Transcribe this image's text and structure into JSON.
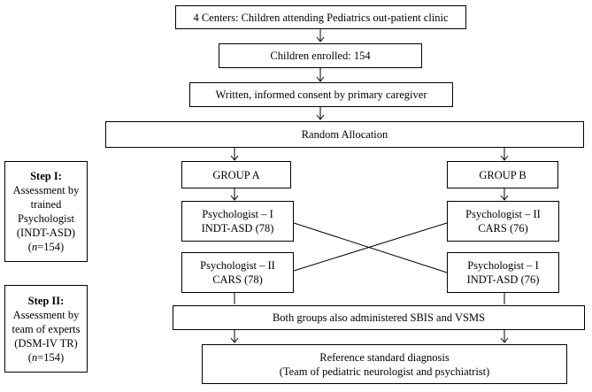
{
  "flow": {
    "centers": "4 Centers: Children attending Pediatrics out-patient clinic",
    "enrolled": "Children enrolled: 154",
    "consent": "Written, informed consent by primary caregiver",
    "random": "Random Allocation",
    "group_a": "GROUP A",
    "group_b": "GROUP B",
    "a_step1": {
      "line1": "Psychologist – I",
      "line2": "INDT-ASD (78)"
    },
    "b_step1": {
      "line1": "Psychologist – II",
      "line2": "CARS (76)"
    },
    "a_step2": {
      "line1": "Psychologist – II",
      "line2": "CARS (78)"
    },
    "b_step2": {
      "line1": "Psychologist – I",
      "line2": "INDT-ASD (76)"
    },
    "both": "Both groups also administered SBIS and VSMS",
    "reference": {
      "line1": "Reference standard diagnosis",
      "line2": "(Team of pediatric neurologist and psychiatrist)"
    }
  },
  "steps": {
    "step1": {
      "title": "Step I:",
      "l1": "Assessment by",
      "l2": "trained",
      "l3": "Psychologist",
      "l4": "(INDT-ASD)",
      "n_italic": "n",
      "n_rest": "=154)"
    },
    "step2": {
      "title": "Step II:",
      "l1": "Assessment by",
      "l2": "team of experts",
      "l3": "(DSM-IV TR)",
      "n_italic": "n",
      "n_rest": "=154)"
    }
  }
}
